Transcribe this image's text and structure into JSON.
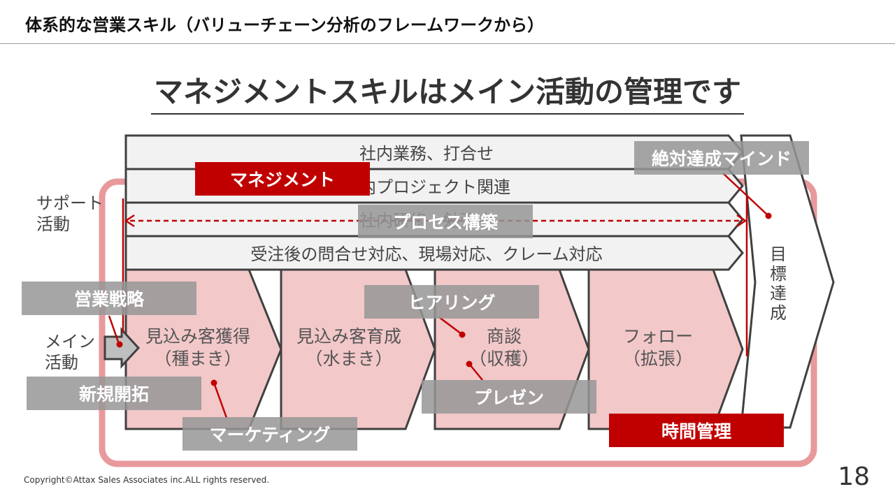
{
  "header": {
    "title": "体系的な営業スキル（バリューチェーン分析のフレームワークから）"
  },
  "main": {
    "title": "マネジメントスキルはメイン活動の管理です"
  },
  "support_bands": [
    "社内業務、打合せ",
    "社内プロジェクト関連",
    "社内研修・勉強会",
    "受注後の問合せ対応、現場対応、クレーム対応"
  ],
  "side_labels": {
    "support": [
      "サポート",
      "活動"
    ],
    "main": [
      "メイン",
      "活動"
    ]
  },
  "stages": [
    {
      "line1": "見込み客獲得",
      "line2": "（種まき）"
    },
    {
      "line1": "見込み客育成",
      "line2": "（水まき）"
    },
    {
      "line1": "商談",
      "line2": "（収穫）"
    },
    {
      "line1": "フォロー",
      "line2": "（拡張）"
    }
  ],
  "goal": {
    "chars": [
      "目",
      "標",
      "達",
      "成"
    ]
  },
  "tags": {
    "management": "マネジメント",
    "absolute_mind": "絶対達成マインド",
    "process": "プロセス構築",
    "sales_strategy": "営業戦略",
    "hearing": "ヒアリング",
    "new_business": "新規開拓",
    "presentation": "プレゼン",
    "marketing": "マーケティング",
    "time_management": "時間管理"
  },
  "colors": {
    "accent_red": "#c00000",
    "frame_pink": "#e8999c",
    "stage_fill": "#f2c8c9",
    "band_fill": "#f2f2f2",
    "tag_gray": "#969696"
  },
  "footer": {
    "copyright": "Copyright©Attax Sales Associates inc.ALL rights reserved.",
    "page": "18"
  }
}
